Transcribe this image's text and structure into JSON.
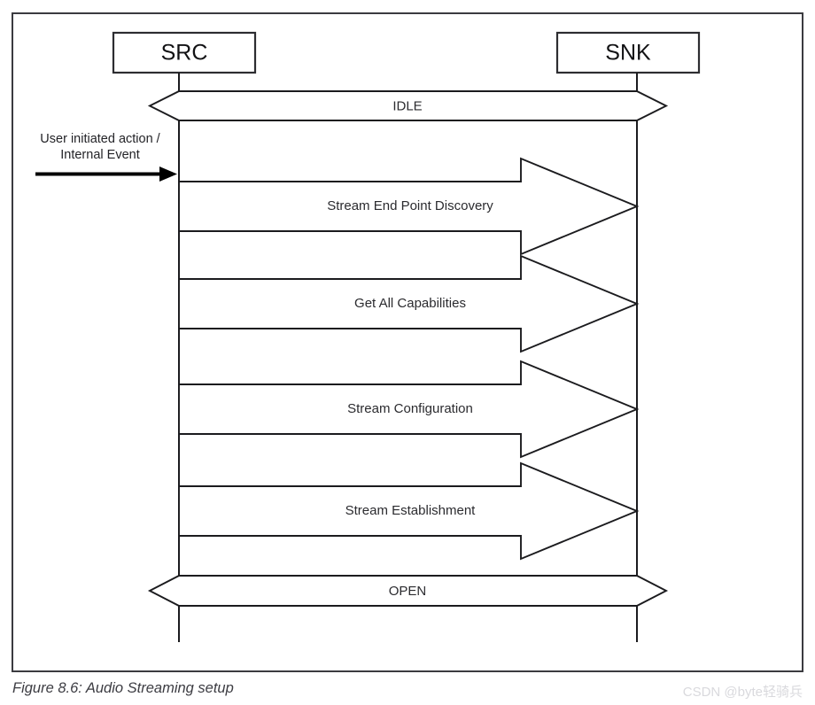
{
  "figure": {
    "caption": "Figure 8.6: Audio Streaming setup",
    "watermark": "CSDN @byte轻骑兵",
    "colors": {
      "stroke": "#1b1b1e",
      "frame": "#3b3b40",
      "text": "#2b2b2f",
      "watermark": "#d9d9dd",
      "background": "#ffffff"
    }
  },
  "actors": [
    {
      "id": "src",
      "label": "SRC"
    },
    {
      "id": "snk",
      "label": "SNK"
    }
  ],
  "trigger": {
    "line1": "User initiated action /",
    "line2": "Internal Event"
  },
  "states": [
    {
      "id": "idle",
      "label": "IDLE"
    },
    {
      "id": "open",
      "label": "OPEN"
    }
  ],
  "messages": [
    {
      "id": "msg1",
      "label": "Stream End Point Discovery",
      "from": "src",
      "to": "snk"
    },
    {
      "id": "msg2",
      "label": "Get All Capabilities",
      "from": "src",
      "to": "snk"
    },
    {
      "id": "msg3",
      "label": "Stream Configuration",
      "from": "src",
      "to": "snk"
    },
    {
      "id": "msg4",
      "label": "Stream Establishment",
      "from": "src",
      "to": "snk"
    }
  ]
}
